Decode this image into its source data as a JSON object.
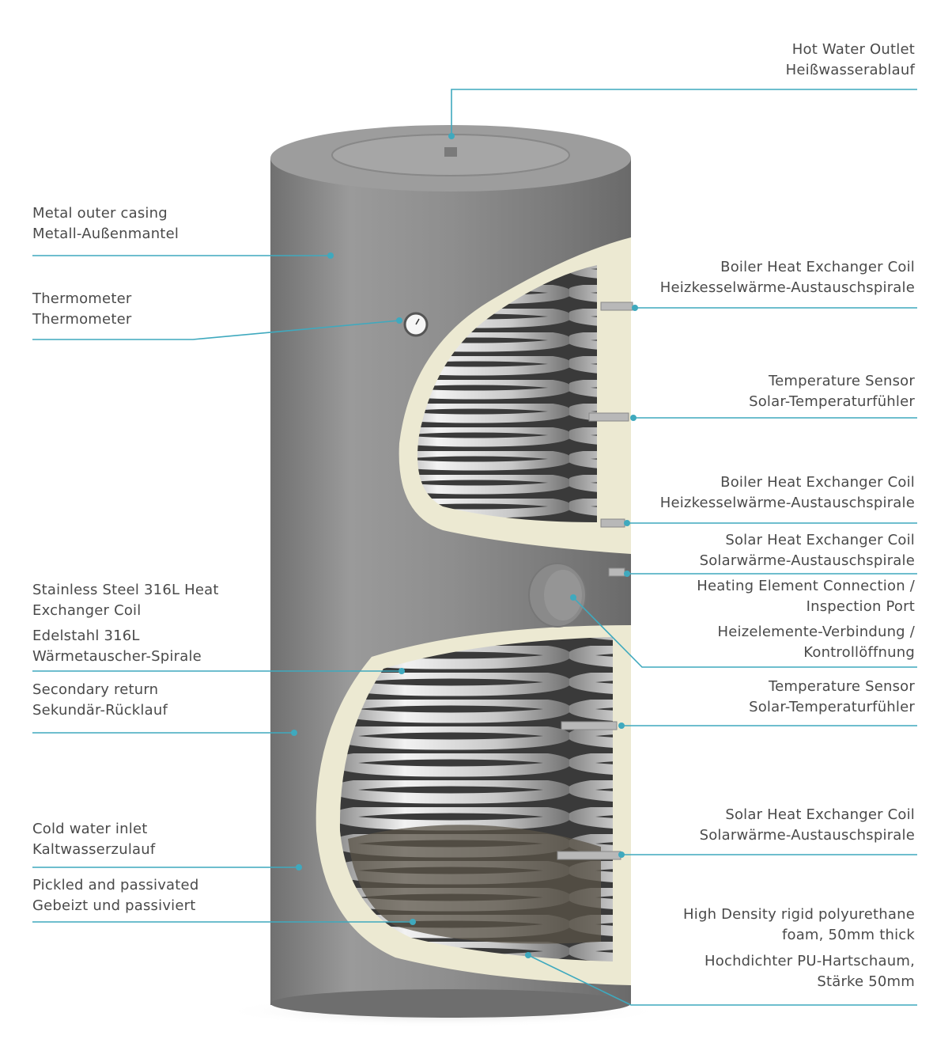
{
  "colors": {
    "leader_line": "#3fa9be",
    "casing": "#8f8f8f",
    "insulation": "#ece9d2",
    "label_text": "#4a4a4a"
  },
  "labels": {
    "hot_water_outlet": {
      "en": "Hot Water Outlet",
      "de": "Heißwasserablauf"
    },
    "metal_casing": {
      "en": "Metal outer casing",
      "de": "Metall-Außenmantel"
    },
    "thermometer": {
      "en": "Thermometer",
      "de": "Thermometer"
    },
    "boiler_coil_1": {
      "en": "Boiler Heat Exchanger Coil",
      "de": "Heizkesselwärme-Austauschspirale"
    },
    "temp_sensor_1": {
      "en": "Temperature Sensor",
      "de": "Solar-Temperaturfühler"
    },
    "boiler_coil_2": {
      "en": "Boiler Heat Exchanger Coil",
      "de": "Heizkesselwärme-Austauschspirale"
    },
    "solar_coil_1": {
      "en": "Solar Heat Exchanger Coil",
      "de": "Solarwärme-Austauschspirale"
    },
    "heating_element": {
      "en_1": "Heating Element Connection /",
      "en_2": "Inspection Port",
      "de_1": "Heizelemente-Verbindung /",
      "de_2": "Kontrollöffnung"
    },
    "stainless_coil": {
      "en_1": "Stainless Steel 316L Heat",
      "en_2": "Exchanger Coil",
      "de_1": "Edelstahl 316L",
      "de_2": "Wärmetauscher-Spirale"
    },
    "secondary_return": {
      "en": "Secondary return",
      "de": "Sekundär-Rücklauf"
    },
    "temp_sensor_2": {
      "en": "Temperature Sensor",
      "de": "Solar-Temperaturfühler"
    },
    "solar_coil_2": {
      "en": "Solar Heat Exchanger Coil",
      "de": "Solarwärme-Austauschspirale"
    },
    "cold_water_inlet": {
      "en": "Cold water inlet",
      "de": "Kaltwasserzulauf"
    },
    "pickled": {
      "en": "Pickled and passivated",
      "de": "Gebeizt und passiviert"
    },
    "pu_foam": {
      "en_1": "High Density rigid polyurethane",
      "en_2": "foam, 50mm thick",
      "de_1": "Hochdichter PU-Hartschaum,",
      "de_2": "Stärke 50mm"
    }
  }
}
